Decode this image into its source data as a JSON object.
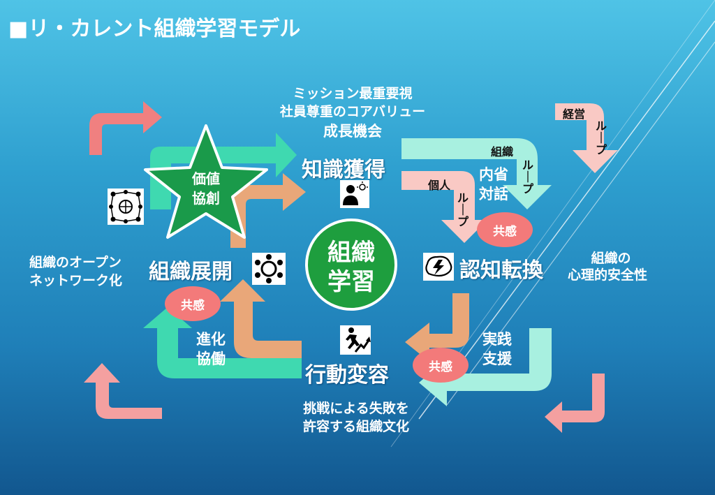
{
  "title": "■リ・カレント組織学習モデル",
  "center": {
    "line1": "組織",
    "line2": "学習"
  },
  "star": {
    "line1": "価値",
    "line2": "協創"
  },
  "stages": {
    "knowledge": "知識獲得",
    "cognition": "認知転換",
    "action": "行動変容",
    "development": "組織展開"
  },
  "mission": {
    "line1": "ミッション最重要視",
    "line2": "社員尊重のコアバリュー",
    "line3": "成長機会"
  },
  "reflection": {
    "line1": "内省",
    "line2": "対話"
  },
  "practice": {
    "line1": "実践",
    "line2": "支援"
  },
  "evolution": {
    "line1": "進化",
    "line2": "協働"
  },
  "culture": {
    "line1": "挑戦による失敗を",
    "line2": "許容する組織文化"
  },
  "open_network": {
    "line1": "組織のオープン",
    "line2": "ネットワーク化"
  },
  "safety": {
    "line1": "組織の",
    "line2": "心理的安全性"
  },
  "empathy_label": "共感",
  "loops": {
    "personal": {
      "head": "個人",
      "vertical": "ループ"
    },
    "organization": {
      "head": "組織",
      "vertical": "ループ"
    },
    "management": {
      "head": "経営",
      "vertical": "ループ"
    }
  },
  "icons": [
    "network-icon",
    "lightbulb-person-icon",
    "brain-lightning-icon",
    "running-person-icon",
    "team-circle-icon"
  ],
  "colors": {
    "mint": "#3fd9b0",
    "peach": "#e9a779",
    "pale_mint": "#a8f0e0",
    "pink": "#f4a0a0",
    "pale_pink": "#f9c9c4",
    "star": "#1a9a4a",
    "empathy": "#f37a7a"
  }
}
